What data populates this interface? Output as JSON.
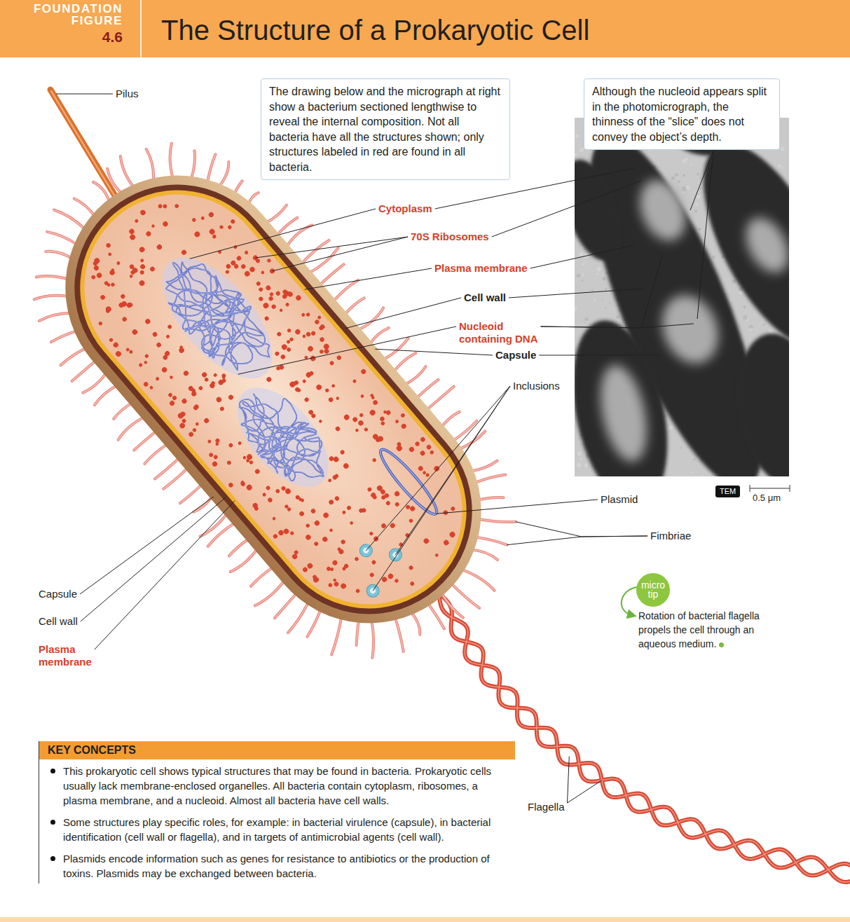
{
  "diagram": {
    "title": "The Structure of a Prokaryotic Cell",
    "nodes": [
      {
        "text": [
          "The drawing below and the micrograph at right show a bacterium sectioned lengthwise to reveal the internal composition. Not all bacteria have all the structures shown; only structures labeled in red are found in all bacteria."
        ]
      },
      {
        "text": [
          "Although the nucleoid appears split in the photomicrograph, the thinness of the “slice” does not convey the object’s depth."
        ]
      },
      {
        "text": [
          "TEM"
        ]
      },
      {
        "text": [
          "micro tip"
        ]
      },
      {
        "text": [
          "KEY CONCEPTS",
          "This prokaryotic cell shows typical structures that may be found in bacteria. Prokaryotic cells usually lack membrane-enclosed organelles. All bacteria contain cytoplasm, ribosomes, a plasma membrane, and a nucleoid. Almost all bacteria have cell walls.",
          "Some structures play specific roles, for example: in bacterial virulence (capsule), in bacterial identification (cell wall or flagella), and in targets of antimicrobial agents (cell wall).",
          "Plasmids encode information such as genes for resistance to antibiotics or the production of toxins. Plasmids may be exchanged between bacteria."
        ]
      }
    ],
    "labels": [
      "FOUNDATION FIGURE",
      "4.6",
      "Pilus",
      "Cytoplasm",
      "70S Ribosomes",
      "Plasma membrane",
      "Cell wall",
      "Nucleoid containing DNA",
      "Capsule",
      "Inclusions",
      "Plasmid",
      "Fimbriae",
      "Capsule",
      "Cell wall",
      "Plasma membrane",
      "Flagella",
      "0.5 μm",
      "Rotation of bacterial flagella propels the cell through an aqueous medium."
    ]
  }
}
